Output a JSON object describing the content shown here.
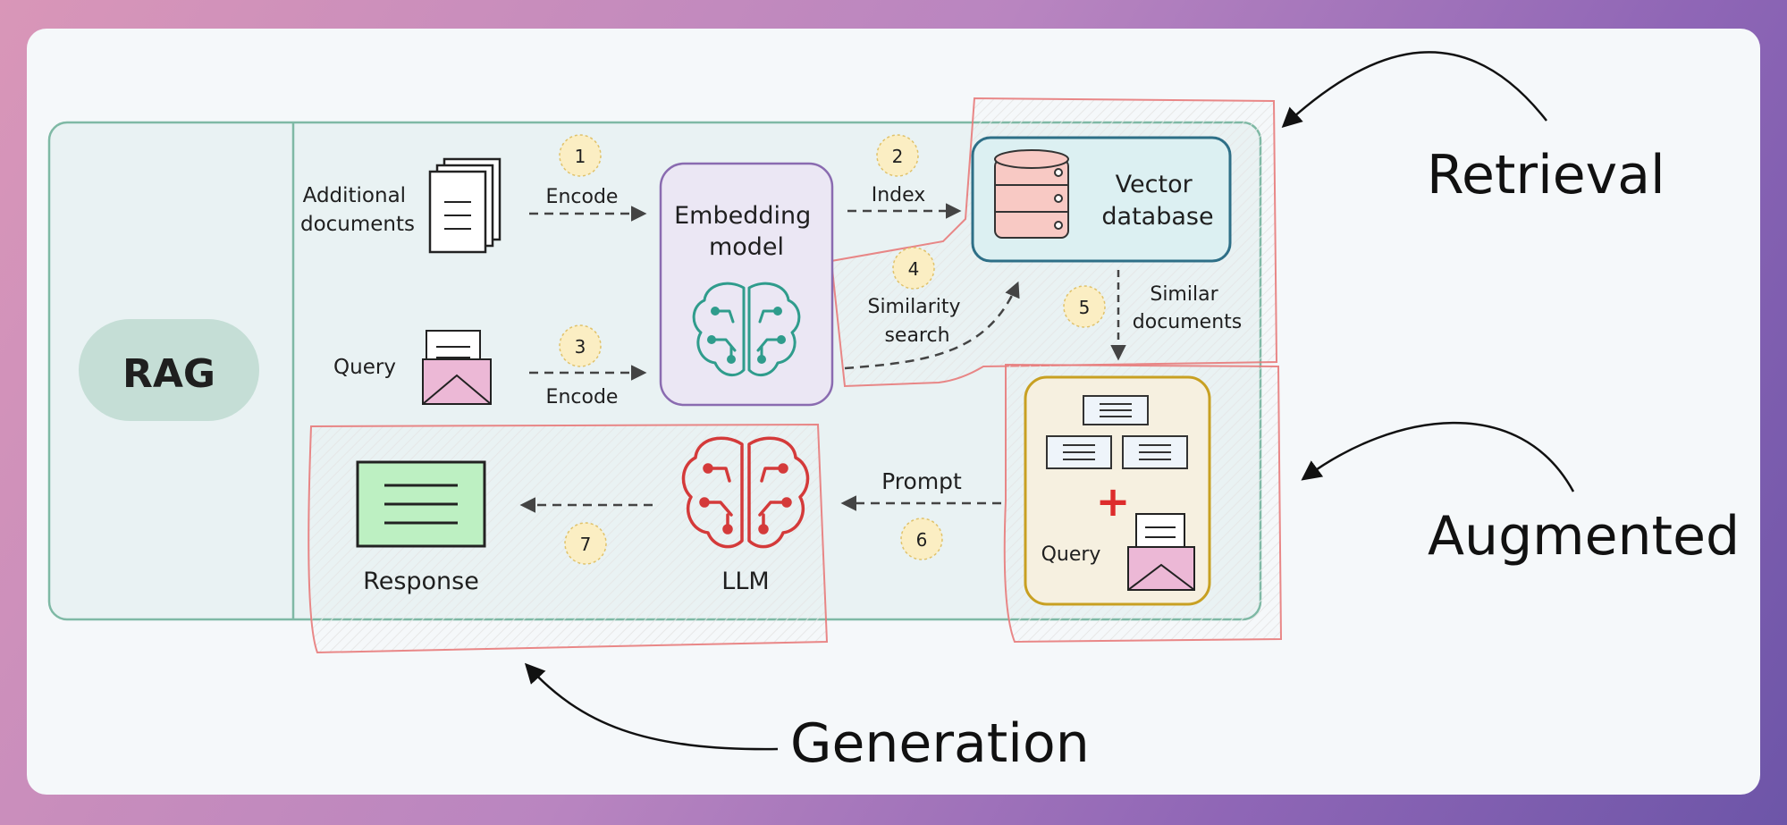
{
  "rag_label": "RAG",
  "nodes": {
    "additional_documents": [
      "Additional",
      "documents"
    ],
    "query": "Query",
    "embedding_model": [
      "Embedding",
      "model"
    ],
    "vector_database": [
      "Vector",
      "database"
    ],
    "response": "Response",
    "llm": "LLM",
    "augmented_query": "Query"
  },
  "edges": {
    "encode_1": "Encode",
    "index": "Index",
    "encode_3": "Encode",
    "similarity_search": [
      "Similarity",
      "search"
    ],
    "similar_documents": [
      "Similar",
      "documents"
    ],
    "prompt": "Prompt"
  },
  "steps": [
    "1",
    "2",
    "3",
    "4",
    "5",
    "6",
    "7"
  ],
  "plus_sign": "+",
  "callouts": {
    "retrieval": "Retrieval",
    "augmented": "Augmented",
    "generation": "Generation"
  },
  "colors": {
    "main_frame": "#7fb9a5",
    "rag_pill": "#c5ded6",
    "embedding_border": "#8a6bb0",
    "embedding_fill": "#ebe7f4",
    "vector_border": "#2e6f87",
    "vector_fill": "#dcf0f2",
    "database_fill": "#f8c9c4",
    "highlight_red": "#e87b7b",
    "neural_teal": "#2f9c8c",
    "neural_red": "#d43a3a",
    "response_green": "#bdf0c2",
    "augment_border": "#c8a022",
    "step_badge": "#fbeec3",
    "plus_red": "#dd2c2c"
  }
}
